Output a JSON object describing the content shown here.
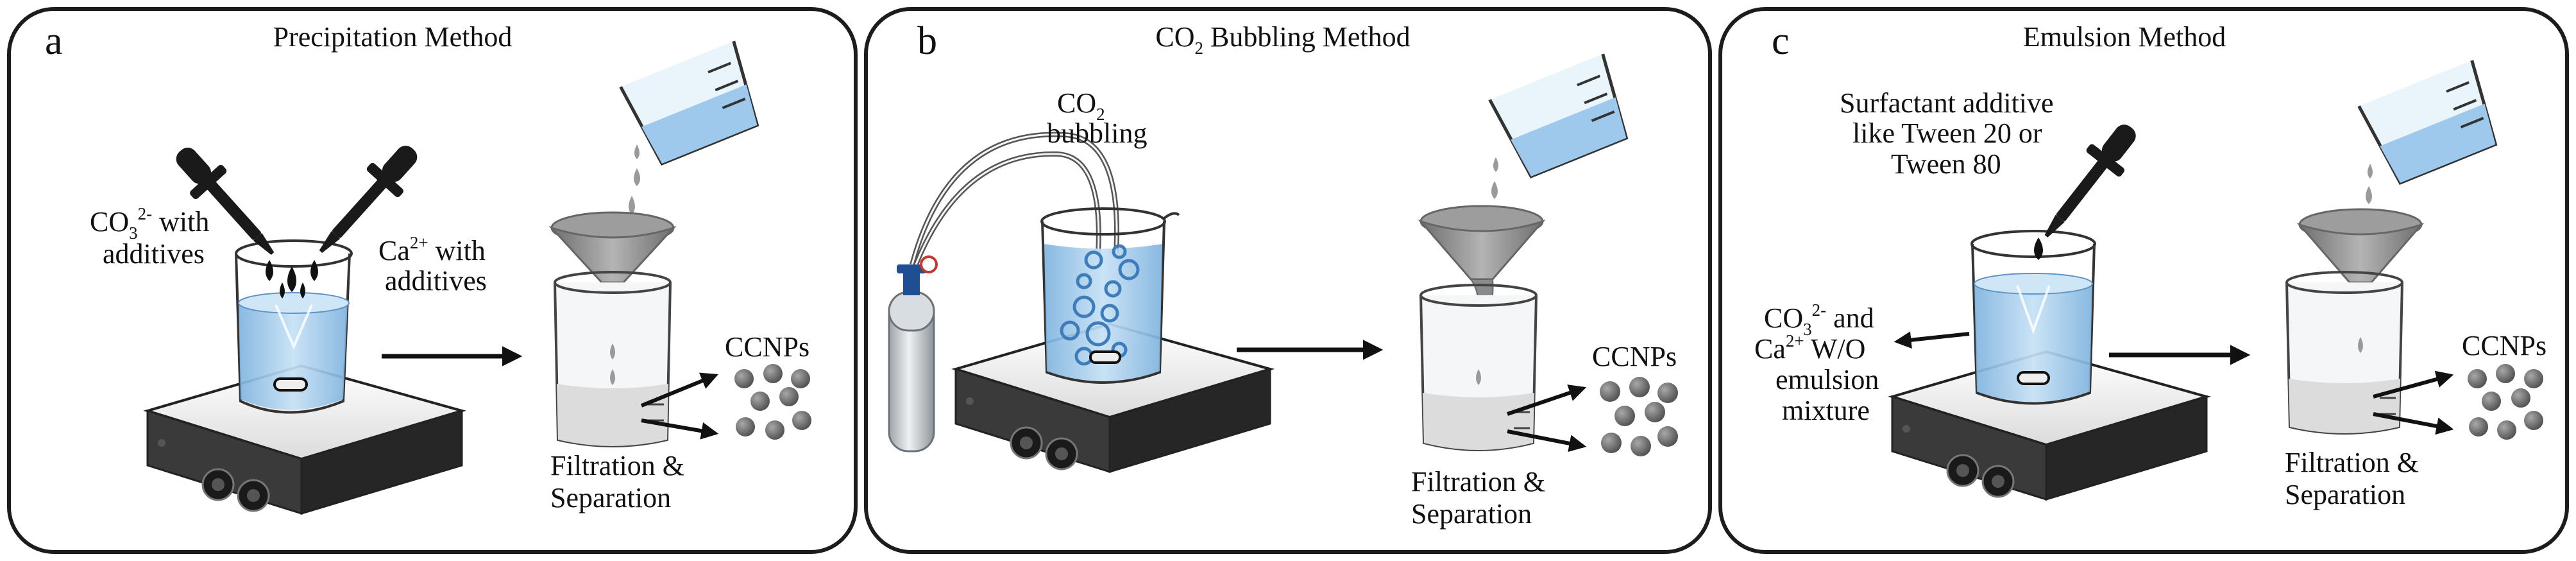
{
  "colors": {
    "ink": "#111111",
    "panel_border": "#1c1c1c",
    "water": "#a9d0ee",
    "water_dark": "#5f93c4",
    "bubble": "#3f7dba",
    "stirrer_top": "#f4f4f4",
    "stirrer_body": "#2e2e2e",
    "funnel": "#8a8a8a",
    "drop": "#9a9a9a",
    "particle": "#6e6e6e",
    "cylinder_body": "#c3c8cc",
    "cylinder_valve": "#1f4e92",
    "cylinder_gauge": "#c0392b"
  },
  "panels": [
    {
      "letter": "a",
      "title": "Precipitation Method",
      "reagent_left": {
        "line1_pre": "CO",
        "line1_sub": "3",
        "line1_sup": "2-",
        "line1_post": " with",
        "line2": "additives"
      },
      "reagent_right": {
        "line1_pre": "Ca",
        "line1_sup": "2+",
        "line1_post": " with",
        "line2": "additives"
      },
      "product": "CCNPs",
      "step": {
        "line1": "Filtration &",
        "line2": "Separation"
      }
    },
    {
      "letter": "b",
      "title_pre": "CO",
      "title_sub": "2",
      "title_post": " Bubbling Method",
      "gas_label": {
        "line1_pre": "CO",
        "line1_sub": "2",
        "line2": "bubbling"
      },
      "product": "CCNPs",
      "step": {
        "line1": "Filtration &",
        "line2": "Separation"
      }
    },
    {
      "letter": "c",
      "title": "Emulsion Method",
      "surfactant": {
        "line1": "Surfactant additive",
        "line2": "like Tween 20 or",
        "line3": "Tween 80"
      },
      "mixture": {
        "line1_pre": "CO",
        "line1_sub": "3",
        "line1_sup": "2-",
        "line1_post": " and",
        "line2_pre": "Ca",
        "line2_sup": "2+",
        "line2_post": " W/O",
        "line3": "emulsion",
        "line4": "mixture"
      },
      "product": "CCNPs",
      "step": {
        "line1": "Filtration &",
        "line2": "Separation"
      }
    }
  ]
}
